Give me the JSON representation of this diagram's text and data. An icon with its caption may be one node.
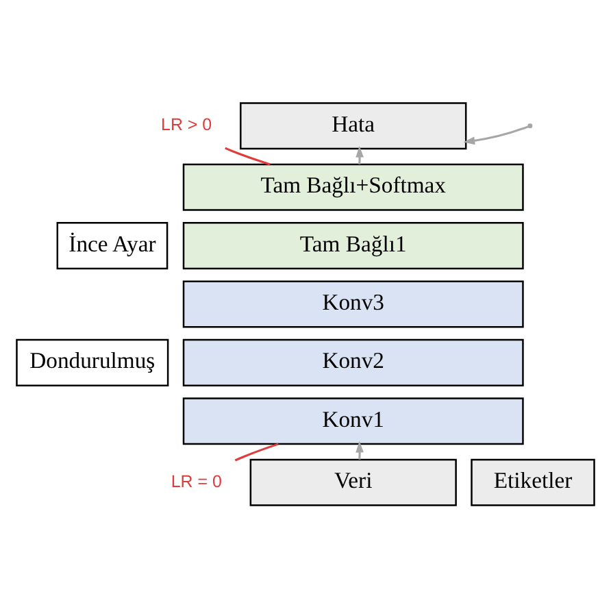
{
  "diagram": {
    "nodes": [
      {
        "text": [
          "Hata"
        ]
      },
      {
        "text": [
          "İnce Ayar"
        ]
      },
      {
        "text": [
          "Dondurulmuş"
        ]
      },
      {
        "text": [
          "Tam Bağlı+Softmax"
        ]
      },
      {
        "text": [
          "Tam Bağlı1"
        ]
      },
      {
        "text": [
          "Konv3"
        ]
      },
      {
        "text": [
          "Konv2"
        ]
      },
      {
        "text": [
          "Konv1"
        ]
      },
      {
        "text": [
          "Veri"
        ]
      },
      {
        "text": [
          "Etiketler"
        ]
      },
      {
        "text": [
          "LR > 0"
        ]
      },
      {
        "text": [
          "LR = 0"
        ]
      }
    ],
    "edges": [
      {
        "from": 3,
        "to": 0,
        "arrow": "to"
      },
      {
        "from": null,
        "to": 0,
        "arrow": "to"
      },
      {
        "from": 8,
        "to": 7,
        "arrow": "to"
      },
      {
        "from": 10,
        "to": 3,
        "arrow": "none",
        "color": "#e03c3c"
      },
      {
        "from": 11,
        "to": 7,
        "arrow": "none",
        "color": "#e03c3c"
      }
    ]
  }
}
